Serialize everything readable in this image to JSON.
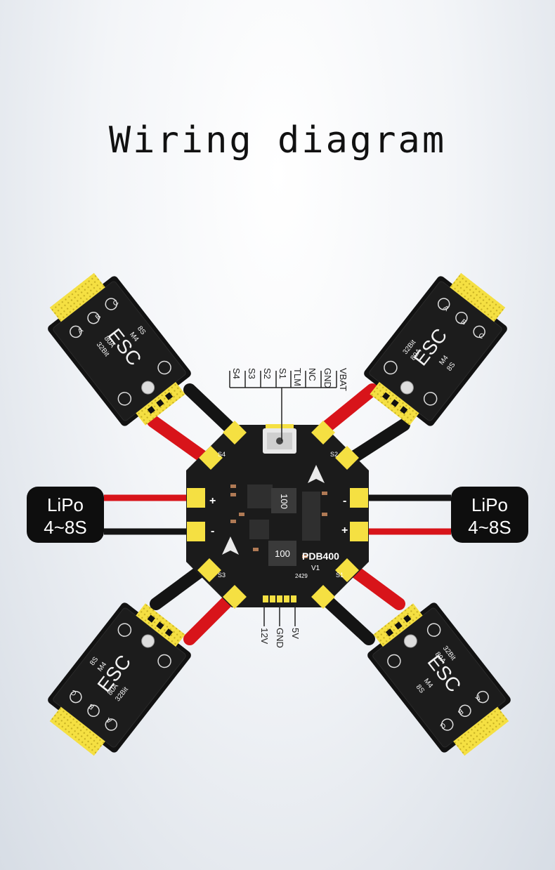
{
  "title": "Wiring diagram",
  "board": {
    "name": "PDB400",
    "version": "V1",
    "date_code": "2429",
    "chip_marking": "100",
    "signal_pins": [
      "VBAT",
      "GND",
      "NC",
      "TLM",
      "S1",
      "S2",
      "S3",
      "S4"
    ],
    "power_pins": [
      "12V",
      "GND",
      "5V"
    ],
    "motor_labels": [
      "S1",
      "S2",
      "S3",
      "S4"
    ],
    "plus": "+",
    "minus": "-"
  },
  "batteries": [
    {
      "line1": "LiPo",
      "line2": "4~8S"
    },
    {
      "line1": "LiPo",
      "line2": "4~8S"
    }
  ],
  "esc": {
    "model": "ESC",
    "spec1": "32Bit",
    "spec2": "80A",
    "spec3": "8S",
    "motor": "M4",
    "phases": [
      "A",
      "B",
      "C"
    ]
  },
  "colors": {
    "pcb": "#1b1b1b",
    "pad": "#f5e042",
    "wire_red": "#d8141a",
    "wire_black": "#141414",
    "esc_body": "#121212"
  }
}
